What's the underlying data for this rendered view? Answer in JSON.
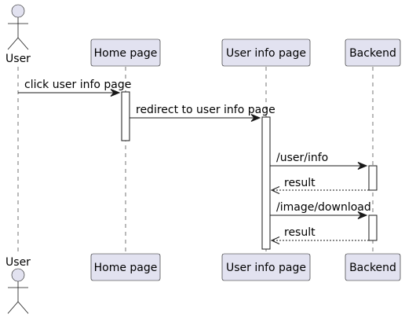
{
  "diagram": {
    "type": "sequence",
    "participants": [
      {
        "id": "user",
        "label": "User",
        "kind": "actor"
      },
      {
        "id": "home",
        "label": "Home page",
        "kind": "participant"
      },
      {
        "id": "userinfo",
        "label": "User info page",
        "kind": "participant"
      },
      {
        "id": "backend",
        "label": "Backend",
        "kind": "participant"
      }
    ],
    "messages": [
      {
        "from": "user",
        "to": "home",
        "label": "click user info page",
        "style": "solid"
      },
      {
        "from": "home",
        "to": "userinfo",
        "label": "redirect to user info page",
        "style": "solid"
      },
      {
        "from": "userinfo",
        "to": "backend",
        "label": "/user/info",
        "style": "solid"
      },
      {
        "from": "backend",
        "to": "userinfo",
        "label": "result",
        "style": "dashed"
      },
      {
        "from": "userinfo",
        "to": "backend",
        "label": "/image/download",
        "style": "solid"
      },
      {
        "from": "backend",
        "to": "userinfo",
        "label": "result",
        "style": "dashed"
      }
    ],
    "colors": {
      "participant_fill": "#E2E2F0",
      "stroke": "#181818"
    }
  }
}
